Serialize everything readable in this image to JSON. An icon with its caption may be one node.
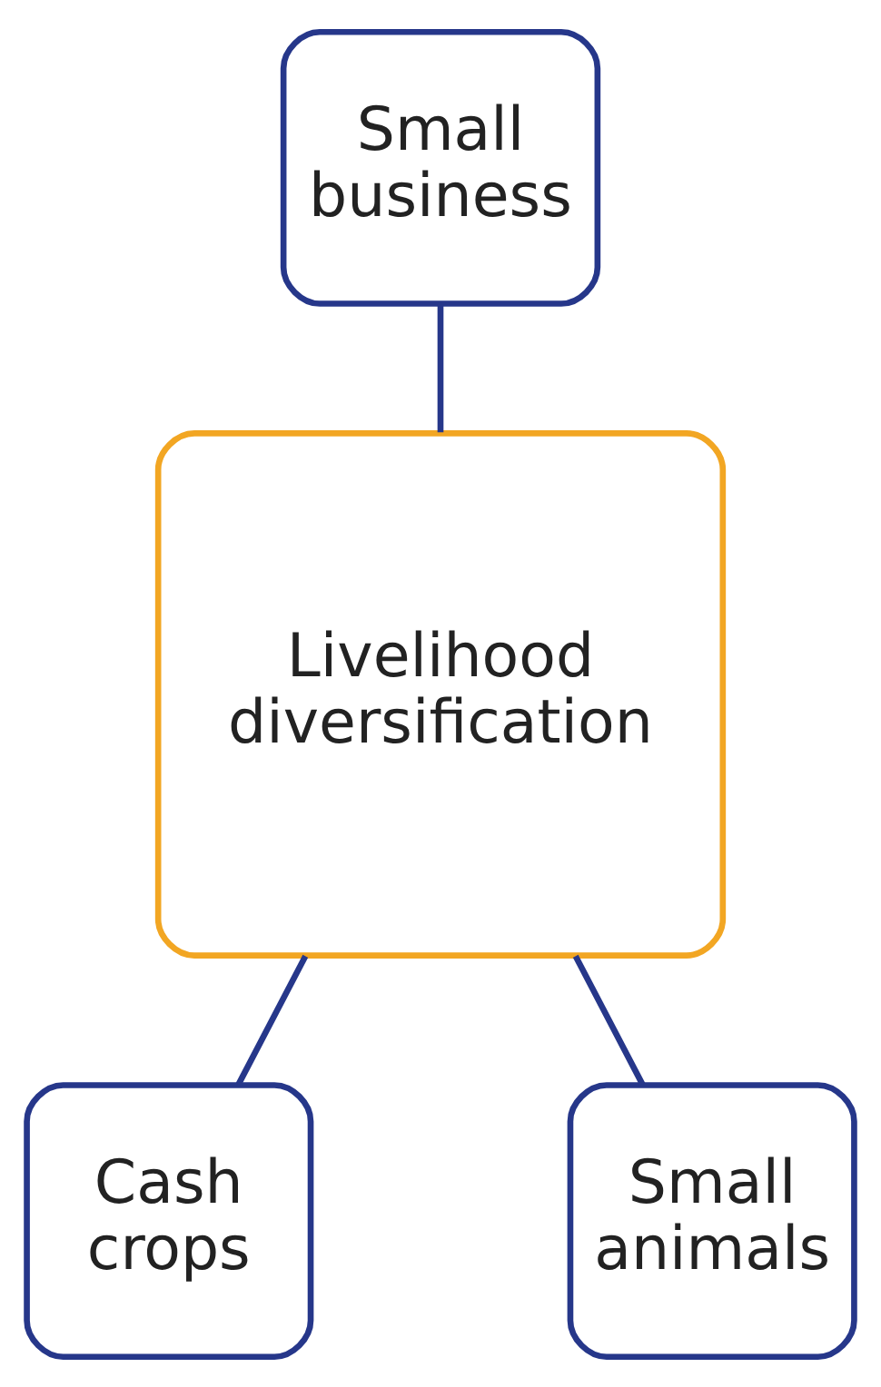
{
  "diagram": {
    "nodes": [
      {
        "text": [
          "Small business"
        ]
      },
      {
        "text": [
          "Livelihood diversification"
        ]
      },
      {
        "text": [
          "Cash crops"
        ]
      },
      {
        "text": [
          "Small animals"
        ]
      }
    ],
    "edges": [
      {
        "from": 0,
        "to": 1,
        "arrow": "none"
      },
      {
        "from": 1,
        "to": 2,
        "arrow": "none"
      },
      {
        "from": 1,
        "to": 3,
        "arrow": "none"
      }
    ]
  }
}
